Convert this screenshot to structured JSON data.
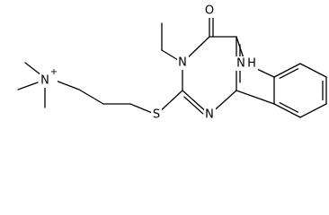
{
  "molecule": {
    "atoms": {
      "oxygen": "O",
      "indole_nh": "H",
      "indole_n": "N",
      "pyrimidine_n3": "N",
      "pyrimidine_n1": "N",
      "sulfur": "S",
      "ammonium_n": "N",
      "ammonium_charge": "+"
    }
  }
}
